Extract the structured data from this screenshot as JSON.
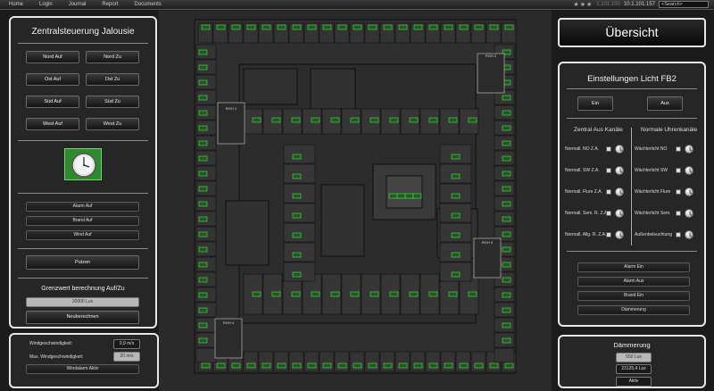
{
  "topbar": {
    "nav": [
      "Home",
      "Login",
      "Journal",
      "Report",
      "Documents"
    ],
    "stars": "★★★",
    "ip_dim": "1.101.155",
    "ip": "10.1.101.157",
    "search_placeholder": "<Search>"
  },
  "left": {
    "title": "Zentralsteuerung Jalousie",
    "jalousie_buttons": [
      {
        "label": "Nord Auf"
      },
      {
        "label": "Nord Zu"
      },
      {
        "label": "Ost Auf"
      },
      {
        "label": "Ost Zu"
      },
      {
        "label": "Süd Auf"
      },
      {
        "label": "Süd Zu"
      },
      {
        "label": "West Auf"
      },
      {
        "label": "West Zu"
      }
    ],
    "alarm_buttons": [
      {
        "label": "Alarm Auf"
      },
      {
        "label": "Brand Auf"
      },
      {
        "label": "Wind Auf"
      }
    ],
    "putzen": "Putzen",
    "grenzwert_title": "Grenzwert berechnung Auf/Zu",
    "grenzwert_value": "30000 Lux",
    "neuberechnen": "Neuberechnen"
  },
  "wind": {
    "speed_label": "Windgeschwindigkeit:",
    "speed_value": "0,9 m/s",
    "max_label": "Max. Windgeschwindigkeit:",
    "max_value": "20 m/s",
    "alarm": "Windalarm Aktiv"
  },
  "right": {
    "overview": "Übersicht",
    "licht_title": "Einstellungen Licht FB2",
    "ein": "Ein",
    "aus": "Aus",
    "col_left_title": "Zentral Aus Kanäle",
    "col_right_title": "Normale Uhrenkanäle",
    "channels_left": [
      "Normall. NO Z.A.",
      "Normall. SW Z.A.",
      "Normall. Flure Z.A.",
      "Normall. Sem. R. Z.A.",
      "Normall. Allg. R. Z.A."
    ],
    "channels_right": [
      "Wächterlicht NO",
      "Wächterlicht SW",
      "Wächterlicht Flure",
      "Wächterlicht Sem.",
      "Außenbeleuchtung"
    ],
    "actions": [
      {
        "label": "Alarm Ein"
      },
      {
        "label": "Alarm Aus"
      },
      {
        "label": "Brand Ein"
      },
      {
        "label": "Dämmerung"
      }
    ]
  },
  "daemmerung": {
    "title": "Dämmerung",
    "setpoint": "550 Lux",
    "measured": "23125,4 Lux",
    "status": "Aktiv"
  },
  "map": {
    "labels": [
      "RGH 1",
      "RGH 2",
      "RGH 3",
      "RGH 4"
    ]
  }
}
